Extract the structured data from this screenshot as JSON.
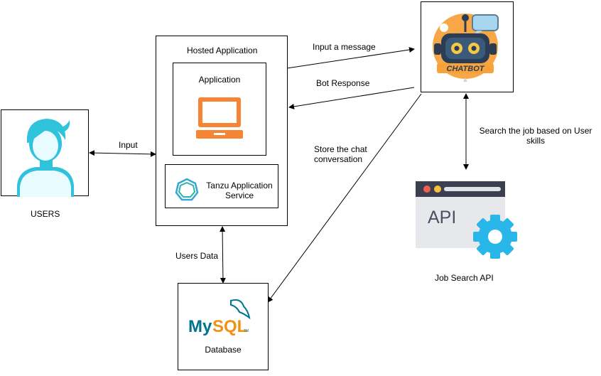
{
  "users": {
    "label": "USERS"
  },
  "hosted": {
    "title": "Hosted Application",
    "application_label": "Application",
    "tanzu_label_line1": "Tanzu Application",
    "tanzu_label_line2": "Service"
  },
  "database": {
    "label": "Database",
    "logo_text_my": "My",
    "logo_text_sql": "SQL",
    "logo_tm": "TM"
  },
  "chatbot": {
    "logo_text": "CHATBOT"
  },
  "api": {
    "logo_text": "API",
    "label": "Job Search API"
  },
  "edges": {
    "input": "Input",
    "input_message": "Input a message",
    "bot_response": "Bot Response",
    "store_line1": "Store the chat",
    "store_line2": "conversation",
    "users_data": "Users Data",
    "search_line1": "Search the job based on User",
    "search_line2": "skills"
  },
  "colors": {
    "user_teal": "#2fc4dc",
    "laptop_orange": "#f58534",
    "mysql_blue": "#00758f",
    "mysql_orange": "#f29111",
    "api_blue": "#29b6e8",
    "chatbot_orange": "#f7a23b"
  }
}
